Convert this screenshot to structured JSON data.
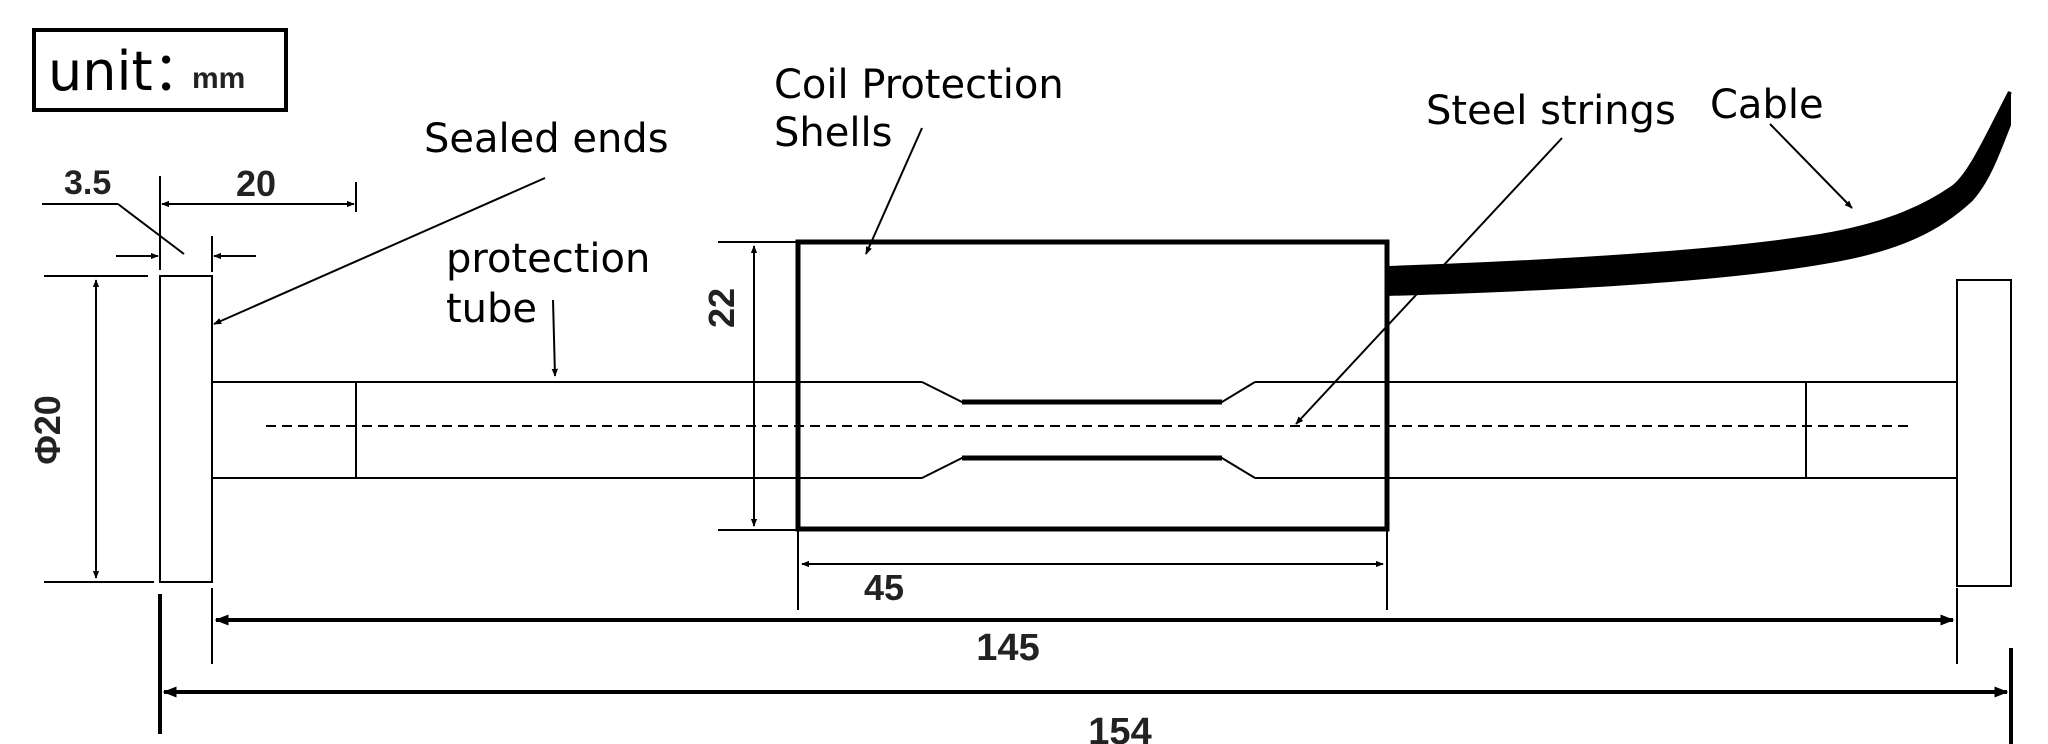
{
  "unit_box": {
    "prefix": "unit：",
    "unit": "mm"
  },
  "labels": {
    "sealed_ends": "Sealed ends",
    "protection_tube_1": "protection",
    "protection_tube_2": "tube",
    "coil_shells_1": "Coil Protection",
    "coil_shells_2": "Shells",
    "steel_strings": "Steel strings",
    "cable": "Cable"
  },
  "dimensions": {
    "end_thickness": "3.5",
    "end_length": "20",
    "diameter": "Φ20",
    "shell_height": "22",
    "shell_length": "45",
    "inner_length": "145",
    "total_length": "154"
  }
}
